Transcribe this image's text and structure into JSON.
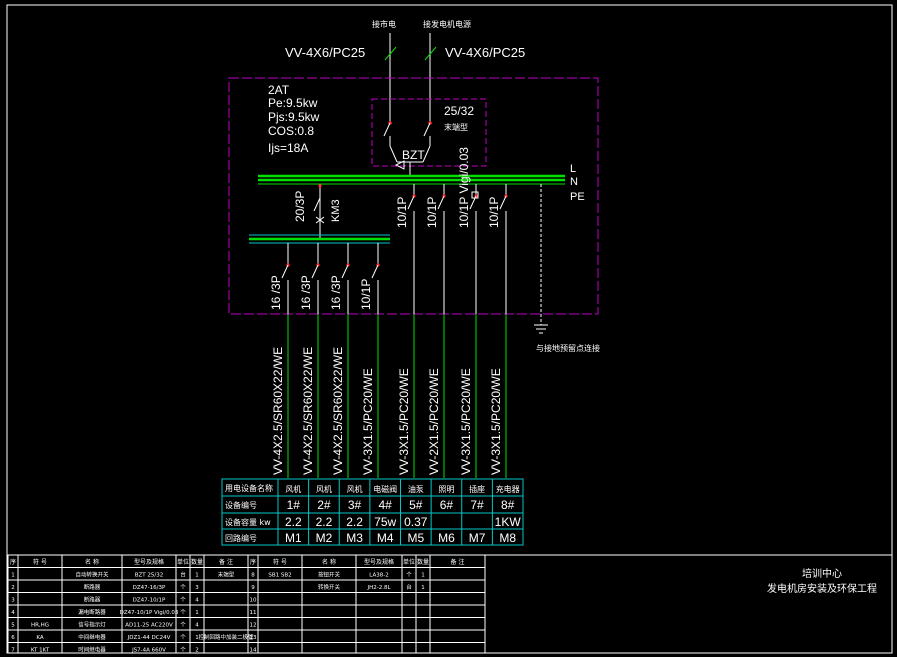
{
  "incoming": {
    "left_label": "接市电",
    "right_label": "接发电机电源",
    "left_cable": "VV-4X6/PC25",
    "right_cable": "VV-4X6/PC25"
  },
  "panel": {
    "name": "2AT",
    "pe": "Pe:9.5kw",
    "pjs": "Pjs:9.5kw",
    "cos": "COS:0.8",
    "ijs": "Ijs=18A",
    "ats_rating": "25/32",
    "ats_note": "末端型",
    "bzt": "BZT",
    "bus_L": "L",
    "bus_N": "N",
    "bus_PE": "PE",
    "sub_breaker": "20/3P",
    "contactor": "KM3",
    "ground_note": "与接地预留点连接"
  },
  "branches": [
    {
      "breaker": "16 /3P",
      "cable": "VV-4X2.5/SR60X22/WE"
    },
    {
      "breaker": "16 /3P",
      "cable": "VV-4X2.5/SR60X22/WE"
    },
    {
      "breaker": "16 /3P",
      "cable": "VV-4X2.5/SR60X22/WE"
    },
    {
      "breaker": "10/1P",
      "cable": "VV-3X1.5/PC20/WE"
    },
    {
      "breaker": "10/1P",
      "cable": "VV-3X1.5/PC20/WE"
    },
    {
      "breaker": "10/1P",
      "cable": "VV-2X1.5/PC20/WE"
    },
    {
      "breaker": "10/1P Vigi/0.03",
      "cable": "VV-3X1.5/PC20/WE"
    },
    {
      "breaker": "10/1P",
      "cable": "VV-3X1.5/PC20/WE"
    }
  ],
  "load_table": {
    "row_headers": [
      "用电设备名称",
      "设备编号",
      "设备容量 kw",
      "回路编号"
    ],
    "names": [
      "风机",
      "风机",
      "风机",
      "电磁阀",
      "油泵",
      "照明",
      "插座",
      "充电器"
    ],
    "numbers": [
      "1#",
      "2#",
      "3#",
      "4#",
      "5#",
      "6#",
      "7#",
      "8#"
    ],
    "capacity": [
      "2.2",
      "2.2",
      "2.2",
      "75w",
      "0.37",
      "",
      "",
      "1KW"
    ],
    "circuits": [
      "M1",
      "M2",
      "M3",
      "M4",
      "M5",
      "M6",
      "M7",
      "M8"
    ]
  },
  "equipment_table": {
    "headers": [
      "序",
      "符 号",
      "名 称",
      "型号及规格",
      "单位",
      "数量",
      "备 注",
      "序",
      "符 号",
      "名 称",
      "型号及规格",
      "单位",
      "数量",
      "备 注"
    ],
    "rows_left": [
      [
        "1",
        "",
        "自动转换开关",
        "BZT  25/32",
        "台",
        "1",
        "末端型"
      ],
      [
        "2",
        "",
        "断路器",
        "DZ47-16/3P",
        "个",
        "3",
        ""
      ],
      [
        "3",
        "",
        "断路器",
        "DZ47-10/1P",
        "个",
        "4",
        ""
      ],
      [
        "4",
        "",
        "漏电断路器",
        "DZ47-10/1P Vigi/0.03",
        "个",
        "1",
        ""
      ],
      [
        "5",
        "HR,HG",
        "信号指示灯",
        "AD11-25 AC220V",
        "个",
        "4",
        ""
      ],
      [
        "6",
        "KA",
        "中间继电器",
        "JDZ1-44 DC24V",
        "个",
        "1",
        "控制回路中加装二极管"
      ],
      [
        "7",
        "KT 1KT",
        "时间继电器",
        "JS7-4A 660V",
        "个",
        "2",
        ""
      ]
    ],
    "rows_right": [
      [
        "8",
        "SB1 SB2",
        "按钮开关",
        "LA38-2",
        "个",
        "1",
        ""
      ],
      [
        "9",
        "",
        "转换开关",
        "JH2-2.8L",
        "台",
        "1",
        ""
      ],
      [
        "10",
        "",
        "",
        "",
        "",
        "",
        ""
      ],
      [
        "11",
        "",
        "",
        "",
        "",
        "",
        ""
      ],
      [
        "12",
        "",
        "",
        "",
        "",
        "",
        ""
      ],
      [
        "13",
        "",
        "",
        "",
        "",
        "",
        ""
      ],
      [
        "14",
        "",
        "",
        "",
        "",
        "",
        ""
      ]
    ]
  },
  "title_block": {
    "line1": "培训中心",
    "line2": "发电机房安装及环保工程"
  }
}
